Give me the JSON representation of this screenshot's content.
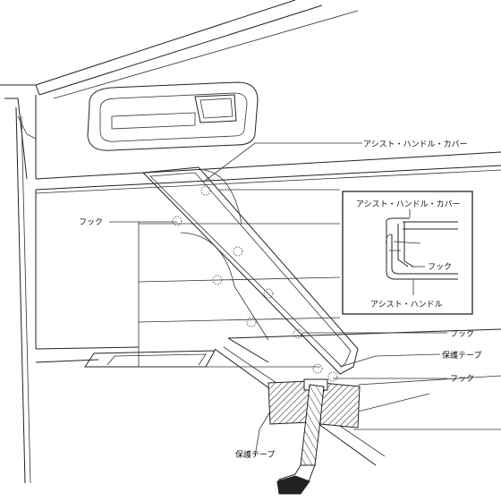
{
  "labels": {
    "assist_handle_cover": "アシスト・ハンドル・カバー",
    "hook": "フック",
    "protective_tape": "保護テープ",
    "inset_cover": "アシスト・ハンドル・カバー",
    "inset_hook": "フック",
    "inset_handle": "アシスト・ハンドル"
  }
}
